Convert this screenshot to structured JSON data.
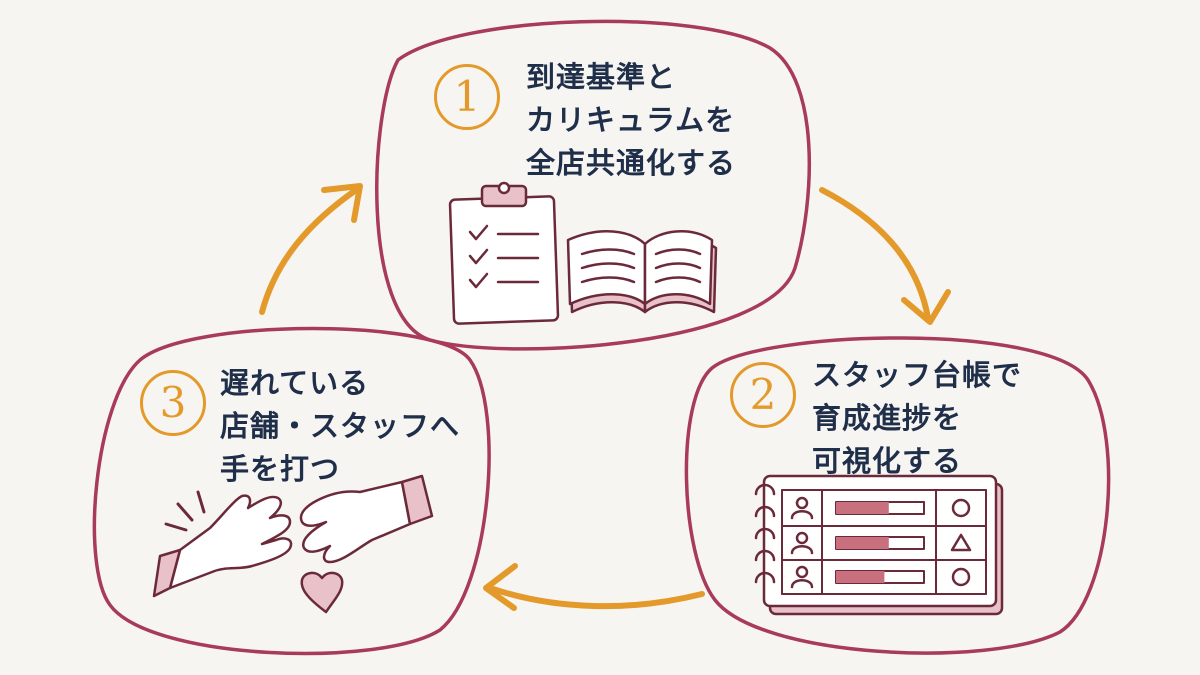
{
  "colors": {
    "background": "#f7f5f1",
    "blob_outline": "#a83a5a",
    "arrow": "#e39a2b",
    "text": "#1f2f4a",
    "ink": "#6b2a3a",
    "pink_fill": "#e8c2c8"
  },
  "steps": [
    {
      "number": "1",
      "lines": [
        "到達基準と",
        "カリキュラムを",
        "全店共通化する"
      ],
      "illustration": "clipboard-and-book-icon"
    },
    {
      "number": "2",
      "lines": [
        "スタッフ台帳で",
        "育成進捗を",
        "可視化する"
      ],
      "illustration": "staff-ledger-icon",
      "ledger_rows": [
        {
          "progress": 0.6,
          "mark": "○"
        },
        {
          "progress": 0.6,
          "mark": "△"
        },
        {
          "progress": 0.55,
          "mark": "○"
        }
      ]
    },
    {
      "number": "3",
      "lines": [
        "遅れている",
        "店舗・スタッフへ",
        "手を打つ"
      ],
      "illustration": "helping-hands-icon"
    }
  ],
  "arrows": [
    "arrow-1-to-2",
    "arrow-2-to-3",
    "arrow-3-to-1"
  ]
}
